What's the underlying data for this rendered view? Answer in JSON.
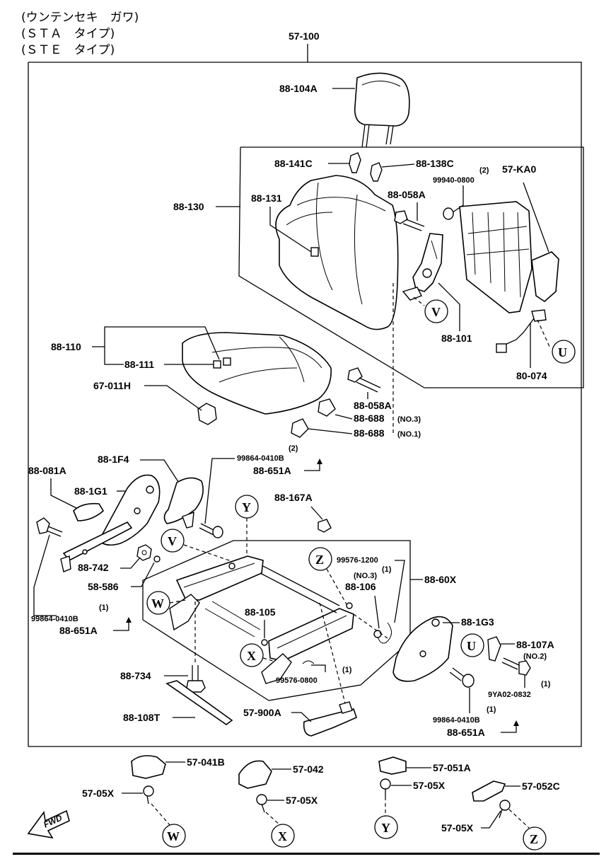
{
  "header": {
    "line1": "(ウンテンセキ　ガワ)",
    "line2": "(ＳＴＡ　タイプ)",
    "line3": "(ＳＴＥ　タイプ)"
  },
  "assembly_label": "57-100",
  "labels": {
    "p88_104A": "88-104A",
    "p88_141C": "88-141C",
    "p88_138C": "88-138C",
    "q2_top": "(2)",
    "p99940": "99940-0800",
    "p57_KA0": "57-KA0",
    "p88_130": "88-130",
    "p88_131": "88-131",
    "p88_058A_top": "88-058A",
    "p88_101": "88-101",
    "p80_074": "80-074",
    "p88_110": "88-110",
    "p88_111": "88-111",
    "p67_011H": "67-011H",
    "p88_058A_mid": "88-058A",
    "p88_688_a": "88-688",
    "no3_a": "(NO.3)",
    "p88_688_b": "88-688",
    "no1": "(NO.1)",
    "p88_1F4": "88-1F4",
    "q2_mid": "(2)",
    "p99864_a": "99864-0410B",
    "p88_651A_a": "88-651A",
    "p88_081A": "88-081A",
    "p88_1G1": "88-1G1",
    "p88_167A": "88-167A",
    "p88_742": "88-742",
    "p58_586": "58-586",
    "q1_a": "(1)",
    "p99576_1200": "99576-1200",
    "no3_b": "(NO.3)",
    "p88_106": "88-106",
    "p88_60X": "88-60X",
    "q1_b": "(1)",
    "p99864_b": "99864-0410B",
    "p88_651A_b": "88-651A",
    "p88_105": "88-105",
    "p88_1G3": "88-1G3",
    "p88_107A": "88-107A",
    "no2": "(NO.2)",
    "q1_c": "(1)",
    "p99576_0800": "99576-0800",
    "p88_734": "88-734",
    "q1_d": "(1)",
    "p9YA02": "9YA02-0832",
    "p57_900A": "57-900A",
    "q1_e": "(1)",
    "p99864_c": "99864-0410B",
    "p88_651A_c": "88-651A",
    "p88_108T": "88-108T",
    "p57_041B": "57-041B",
    "p57_042": "57-042",
    "p57_051A": "57-051A",
    "p57_052C": "57-052C",
    "p57_05X_a": "57-05X",
    "p57_05X_b": "57-05X",
    "p57_05X_c": "57-05X",
    "p57_05X_d": "57-05X"
  },
  "refs": {
    "V": "V",
    "U": "U",
    "W": "W",
    "X": "X",
    "Y": "Y",
    "Z": "Z"
  },
  "fwd": "FWD"
}
